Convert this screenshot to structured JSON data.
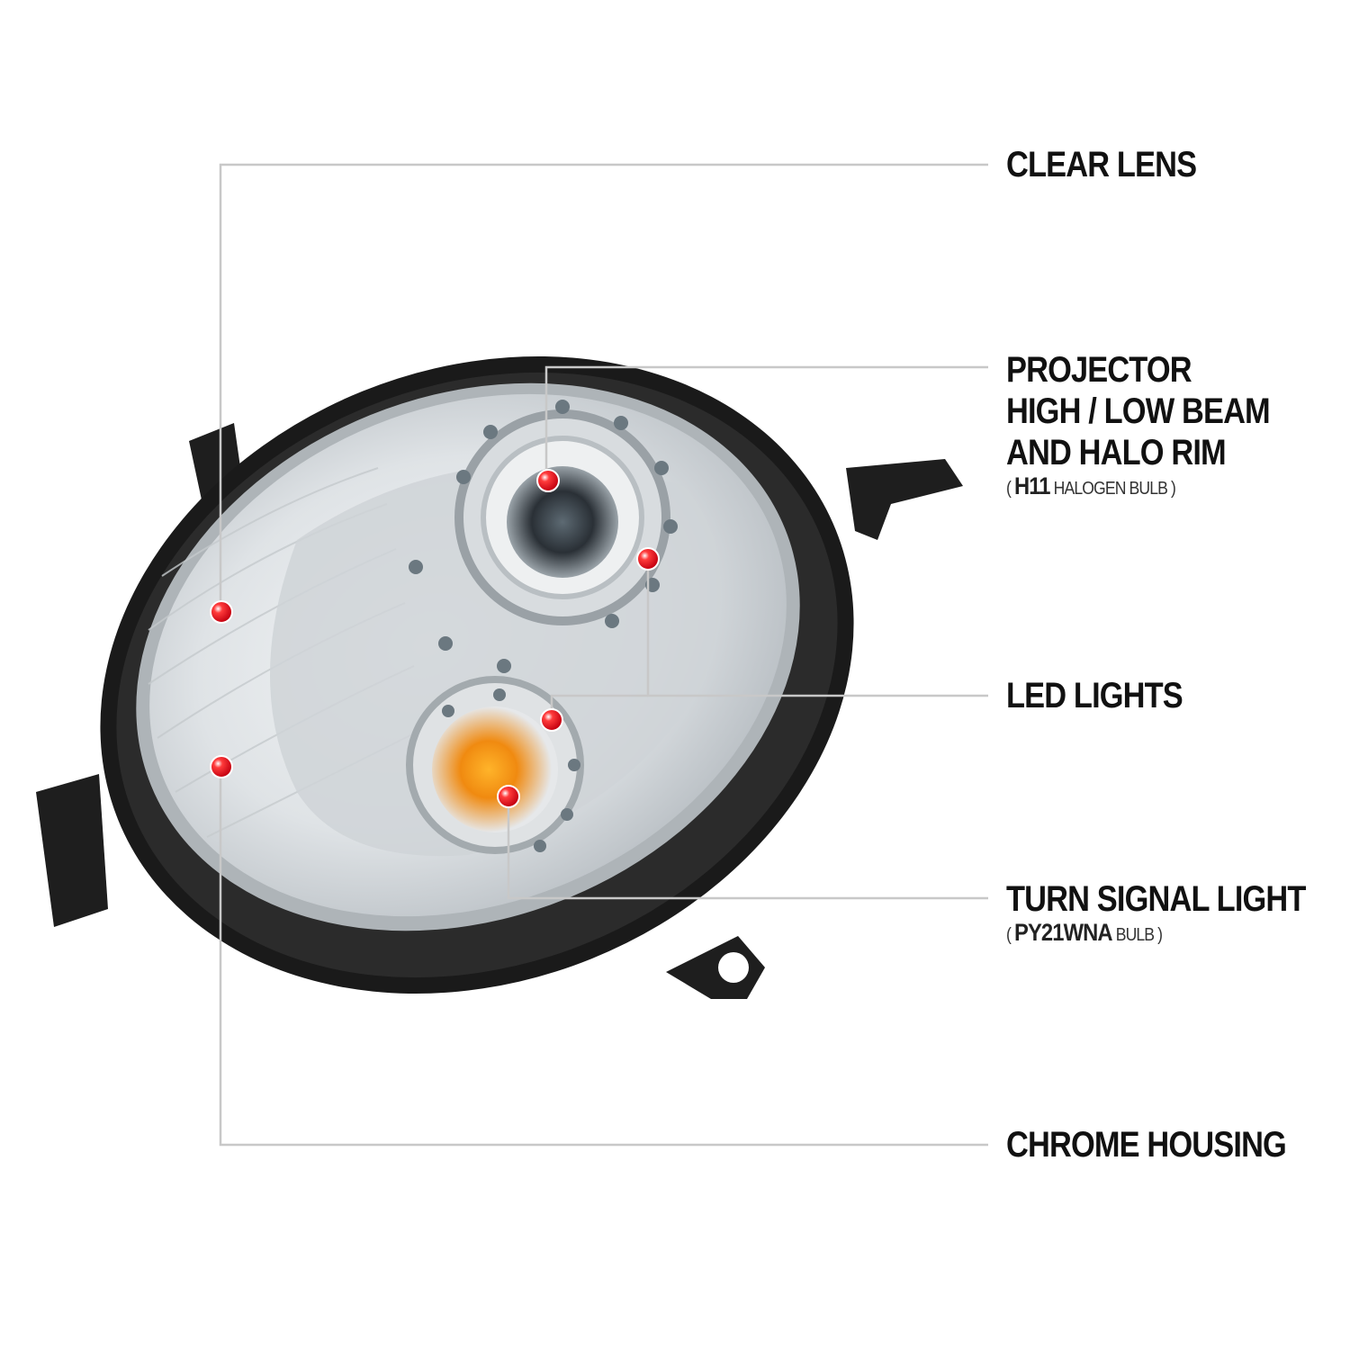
{
  "colors": {
    "background": "#ffffff",
    "leader_line": "#c8c8c8",
    "callout_dot": "#e30613",
    "housing": "#1a1a1a",
    "chrome": "#d9dde0",
    "amber": "#f5a21c"
  },
  "labels": {
    "clear_lens": "CLEAR LENS",
    "projector_line1": "PROJECTOR",
    "projector_line2": "HIGH / LOW BEAM",
    "projector_line3": "AND HALO RIM",
    "projector_sub_open": "( ",
    "projector_sub_bulb": "H11",
    "projector_sub_rest": " HALOGEN BULB )",
    "led_lights": "LED LIGHTS",
    "turn_signal": "TURN SIGNAL LIGHT",
    "turn_sub_open": "( ",
    "turn_sub_bulb": "PY21WNA",
    "turn_sub_rest": " BULB )",
    "chrome_housing": "CHROME HOUSING"
  },
  "icons": [
    "headlight-illustration",
    "callout-dot"
  ]
}
